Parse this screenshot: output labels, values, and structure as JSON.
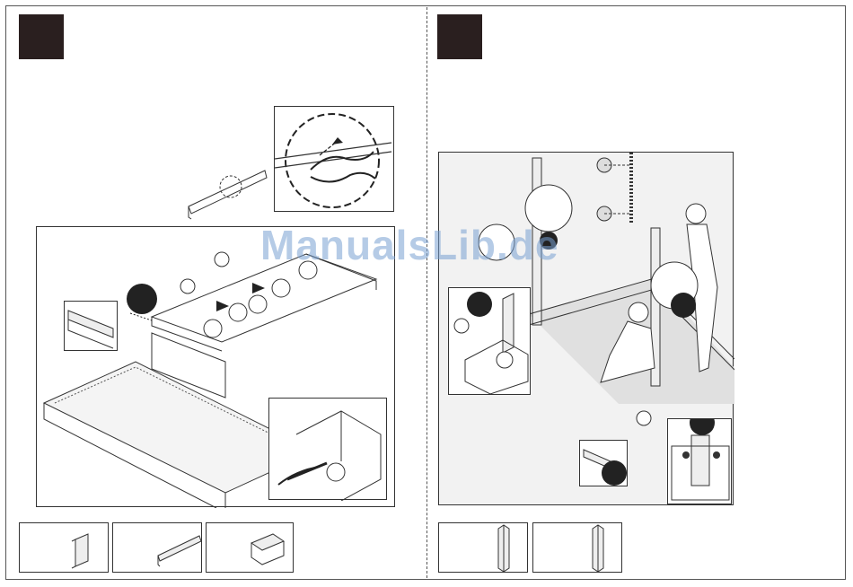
{
  "watermark": {
    "text": "ManualsLib.de"
  },
  "colors": {
    "step_box": "#2a1f1f",
    "watermark": "#78a0d2",
    "line": "#333333"
  },
  "left_page": {
    "step_box_icon": "step-number-box",
    "detail_callout": "profile-joint-detail",
    "main_panel": "base-frame-assembly",
    "inset_panel": "corner-screw-inset",
    "thumbnails": [
      "short-profile-part",
      "long-rail-part",
      "channel-profile-part"
    ]
  },
  "right_page": {
    "step_box_icon": "step-number-box",
    "main_panel": "upright-post-installation",
    "thumbnails": [
      "corner-post-part",
      "corner-post-part-alt"
    ]
  }
}
